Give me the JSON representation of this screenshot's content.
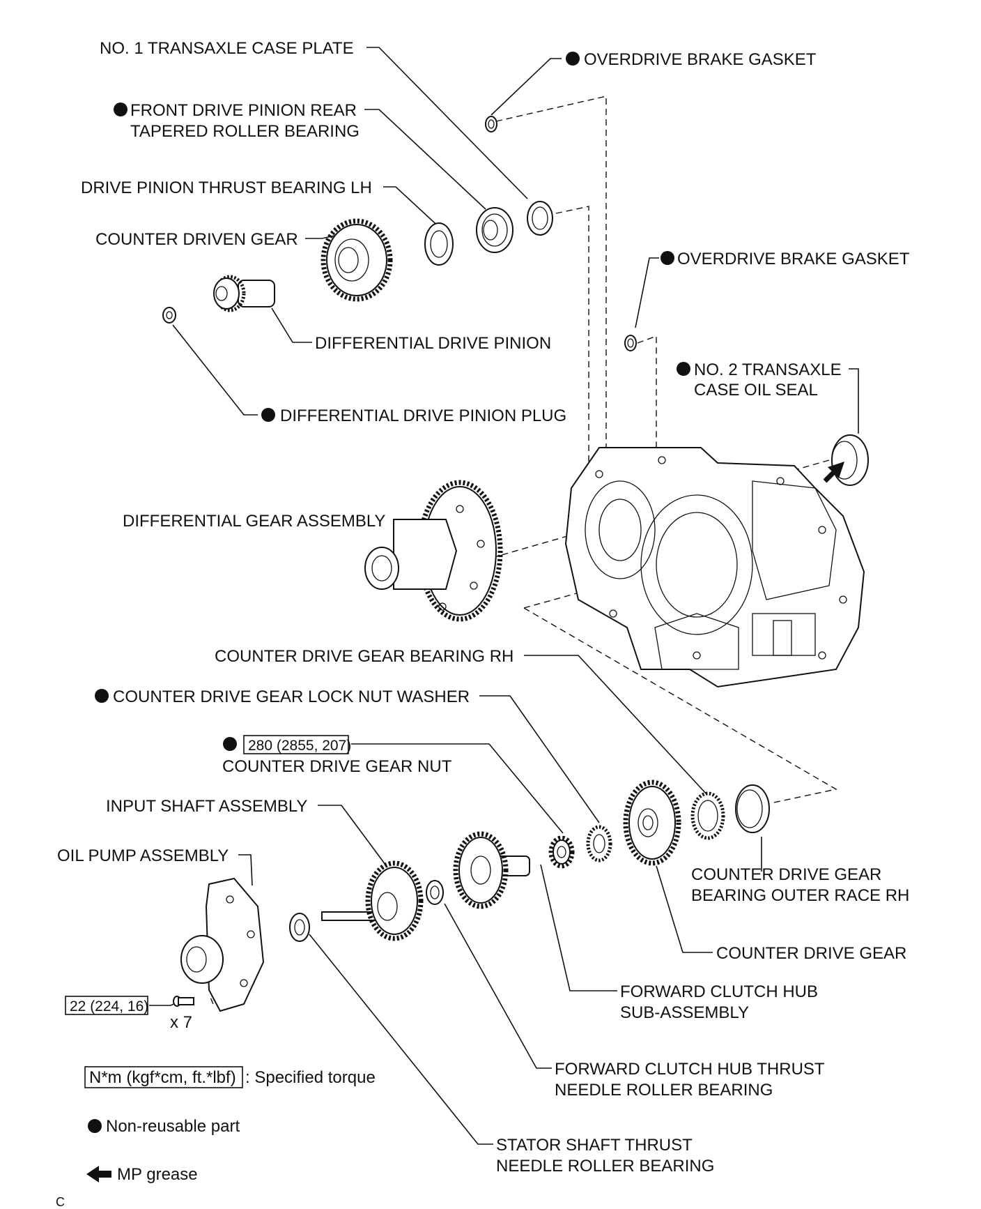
{
  "labels": {
    "case_plate": "NO. 1 TRANSAXLE CASE PLATE",
    "overdrive_gasket_1": "OVERDRIVE BRAKE GASKET",
    "rear_bearing_1": "FRONT DRIVE PINION REAR",
    "rear_bearing_2": "TAPERED ROLLER BEARING",
    "thrust_lh": "DRIVE PINION THRUST BEARING LH",
    "counter_driven": "COUNTER DRIVEN GEAR",
    "overdrive_gasket_2": "OVERDRIVE BRAKE GASKET",
    "diff_pinion": "DIFFERENTIAL DRIVE PINION",
    "oil_seal_1": "NO. 2 TRANSAXLE",
    "oil_seal_2": "CASE OIL SEAL",
    "pinion_plug": "DIFFERENTIAL DRIVE PINION PLUG",
    "diff_gear": "DIFFERENTIAL GEAR ASSEMBLY",
    "cdg_bearing_rh": "COUNTER DRIVE GEAR BEARING RH",
    "lock_washer": "COUNTER DRIVE GEAR LOCK NUT WASHER",
    "cdg_nut": "COUNTER DRIVE GEAR NUT",
    "input_shaft": "INPUT SHAFT ASSEMBLY",
    "oil_pump": "OIL PUMP ASSEMBLY",
    "outer_race_1": "COUNTER DRIVE GEAR",
    "outer_race_2": "BEARING OUTER RACE RH",
    "counter_drive": "COUNTER DRIVE GEAR",
    "fwd_hub_1": "FORWARD CLUTCH HUB",
    "fwd_hub_2": "SUB-ASSEMBLY",
    "fwd_thrust_1": "FORWARD CLUTCH HUB THRUST",
    "fwd_thrust_2": "NEEDLE ROLLER BEARING",
    "stator_1": "STATOR SHAFT THRUST",
    "stator_2": "NEEDLE ROLLER BEARING",
    "bolt_count": "x 7"
  },
  "torques": {
    "nut": "280 (2855, 207)",
    "pump_bolt": "22 (224, 16)"
  },
  "legend": {
    "torque_unit": "N*m (kgf*cm, ft.*lbf)",
    "torque_text": ": Specified torque",
    "non_reusable": "Non-reusable part",
    "grease": "MP grease"
  },
  "footer": {
    "code": "C"
  },
  "icons": [
    "non-reusable-dot-icon",
    "grease-arrow-icon"
  ]
}
